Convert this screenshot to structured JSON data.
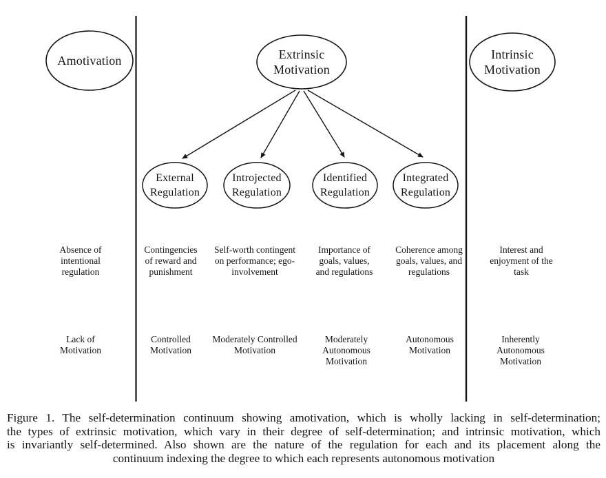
{
  "figure": {
    "colors": {
      "ink": "#151515",
      "background": "#ffffff"
    },
    "top_nodes": [
      {
        "id": "amotivation",
        "label": "Amotivation"
      },
      {
        "id": "extrinsic-motivation",
        "label": "Extrinsic\nMotivation"
      },
      {
        "id": "intrinsic-motivation",
        "label": "Intrinsic\nMotivation"
      }
    ],
    "sub_nodes": [
      {
        "id": "external-regulation",
        "label": "External\nRegulation"
      },
      {
        "id": "introjected-regulation",
        "label": "Introjected\nRegulation"
      },
      {
        "id": "identified-regulation",
        "label": "Identified\nRegulation"
      },
      {
        "id": "integrated-regulation",
        "label": "Integrated\nRegulation"
      }
    ],
    "columns": [
      {
        "nature": "Absence of\nintentional\nregulation",
        "motivation": "Lack of\nMotivation"
      },
      {
        "nature": "Contingencies\nof reward and\npunishment",
        "motivation": "Controlled\nMotivation"
      },
      {
        "nature": "Self-worth contingent\non performance; ego-\ninvolvement",
        "motivation": "Moderately Controlled\nMotivation"
      },
      {
        "nature": "Importance of\ngoals, values,\nand regulations",
        "motivation": "Moderately\nAutonomous\nMotivation"
      },
      {
        "nature": "Coherence among\ngoals, values, and\nregulations",
        "motivation": "Autonomous\nMotivation"
      },
      {
        "nature": "Interest and\nenjoyment of the\ntask",
        "motivation": "Inherently\nAutonomous\nMotivation"
      }
    ],
    "caption": {
      "lines": [
        "Figure 1.  The self-determination continuum showing amotivation, which is wholly lacking in self-determination;",
        "the types of extrinsic motivation, which vary in their degree of self-determination; and intrinsic motivation, which",
        "is invariantly self-determined. Also shown are the nature of the regulation for each and its placement along the",
        "continuum indexing the degree to which each represents autonomous motivation"
      ]
    }
  }
}
